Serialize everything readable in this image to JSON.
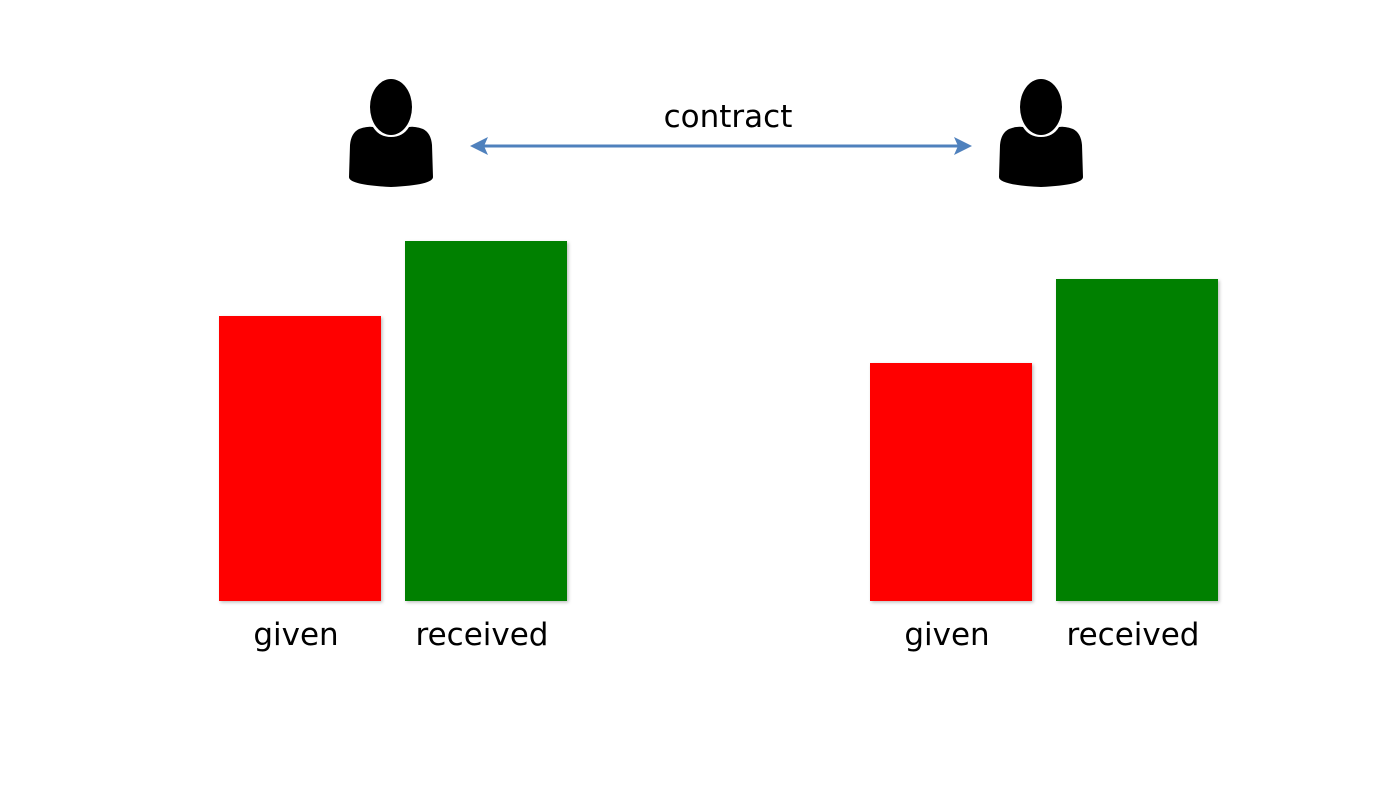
{
  "diagram": {
    "arrow_label": "contract",
    "arrow_color": "#4f81bd",
    "person_icon": "person-icon",
    "given_color": "#ff0000",
    "received_color": "#008000",
    "icon_color": "#000000"
  },
  "chart_data": [
    {
      "type": "bar",
      "categories": [
        "given",
        "received"
      ],
      "values": [
        285,
        360
      ],
      "ylim": [
        0,
        370
      ],
      "colors": [
        "#ff0000",
        "#008000"
      ]
    },
    {
      "type": "bar",
      "categories": [
        "given",
        "received"
      ],
      "values": [
        238,
        322
      ],
      "ylim": [
        0,
        370
      ],
      "colors": [
        "#ff0000",
        "#008000"
      ]
    }
  ]
}
